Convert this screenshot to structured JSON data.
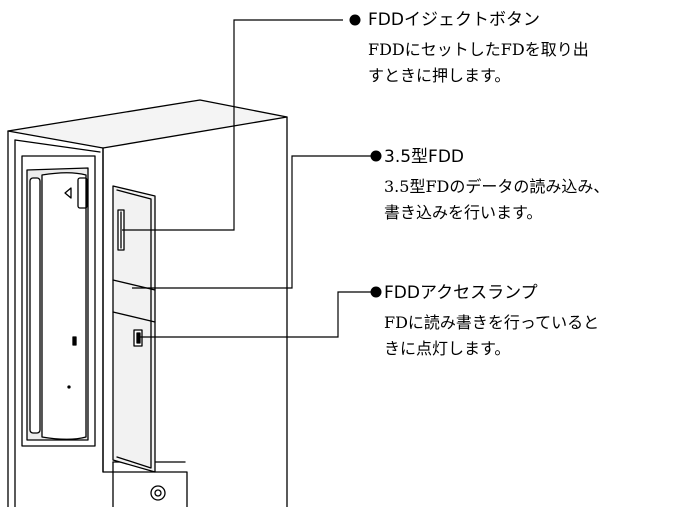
{
  "callouts": [
    {
      "title": "FDDイジェクトボタン",
      "desc_lines": [
        "FDDにセットしたFDを取り出",
        "すときに押します。"
      ]
    },
    {
      "title": "3.5型FDD",
      "desc_lines": [
        "3.5型FDのデータの読み込み、",
        "書き込みを行います。"
      ]
    },
    {
      "title": "FDDアクセスランプ",
      "desc_lines": [
        "FDに読み書きを行っていると",
        "きに点灯します。"
      ]
    }
  ]
}
